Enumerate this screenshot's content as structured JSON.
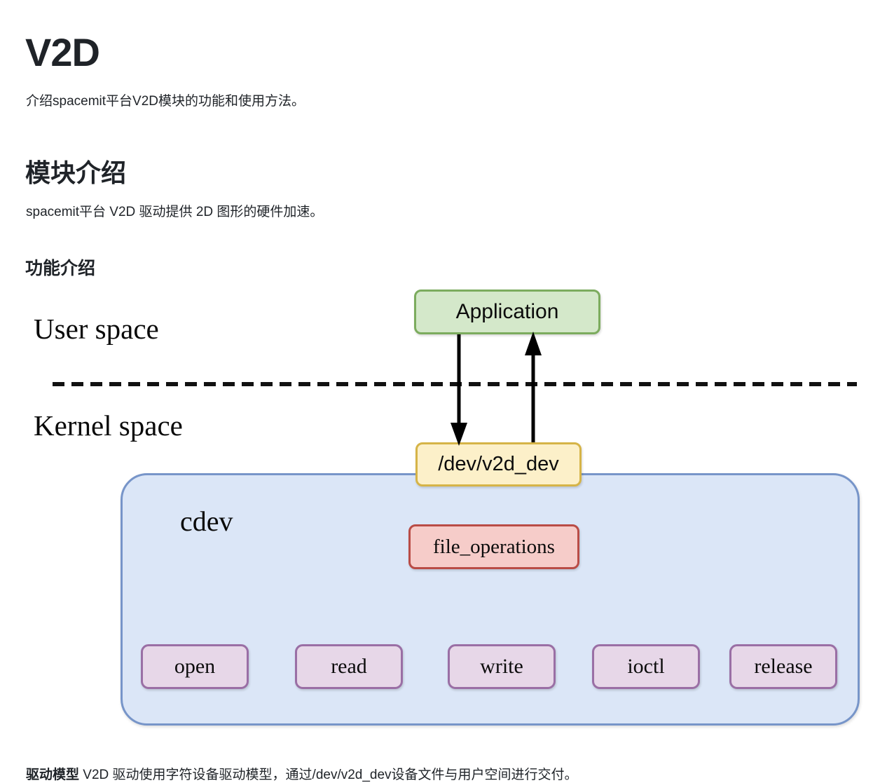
{
  "document": {
    "title": "V2D",
    "subtitle": "介绍spacemit平台V2D模块的功能和使用方法。",
    "section_heading": "模块介绍",
    "section_paragraph": "spacemit平台 V2D 驱动提供 2D 图形的硬件加速。",
    "subsection_heading": "功能介绍"
  },
  "diagram": {
    "labels": {
      "user_space": "User space",
      "kernel_space": "Kernel space",
      "cdev": "cdev"
    },
    "nodes": {
      "application": "Application",
      "device_file": "/dev/v2d_dev",
      "file_operations": "file_operations"
    },
    "operations": [
      "open",
      "read",
      "write",
      "ioctl",
      "release"
    ],
    "colors": {
      "application_fill": "#d4e8ca",
      "application_border": "#7cac5e",
      "device_fill": "#fcf0c9",
      "device_border": "#d6b447",
      "file_operations_fill": "#f6ccc9",
      "file_operations_border": "#b94c46",
      "kernel_fill": "#dbe6f7",
      "kernel_border": "#7795c9",
      "operation_fill": "#e7d7e8",
      "operation_border": "#9a6fa5",
      "arrow": "#000000",
      "divider": "#111111"
    }
  },
  "caption": {
    "bold_prefix": "驱动模型",
    "body": " V2D 驱动使用字符设备驱动模型，通过/dev/v2d_dev设备文件与用户空间进行交付。"
  }
}
